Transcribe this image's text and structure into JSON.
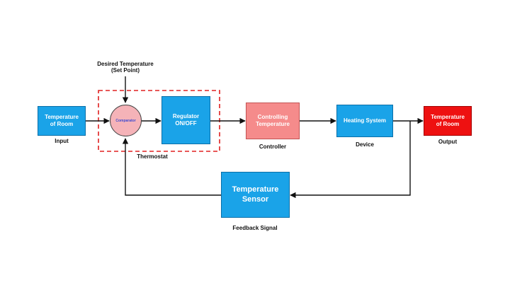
{
  "setpoint": {
    "line1": "Desired Temperature",
    "line2": "(Set Point)"
  },
  "input_box": {
    "line1": "Temperature",
    "line2": "of Room"
  },
  "input_label": "Input",
  "comparator": "Comparator",
  "regulator": {
    "line1": "Regulator",
    "line2": "ON/OFF"
  },
  "thermostat_label": "Thermostat",
  "controller_box": {
    "line1": "Controlling",
    "line2": "Temperature"
  },
  "controller_label": "Controller",
  "device_box": "Heating System",
  "device_label": "Device",
  "output_box": {
    "line1": "Temperature",
    "line2": "of Room"
  },
  "output_label": "Output",
  "sensor_box": {
    "line1": "Temperature",
    "line2": "Sensor"
  },
  "feedback_label": "Feedback Signal",
  "colors": {
    "blue": "#1aa3e8",
    "pink": "#f58b8b",
    "red": "#ee1111",
    "comparator": "#f5b3b8",
    "dashed_border": "#e02020"
  }
}
